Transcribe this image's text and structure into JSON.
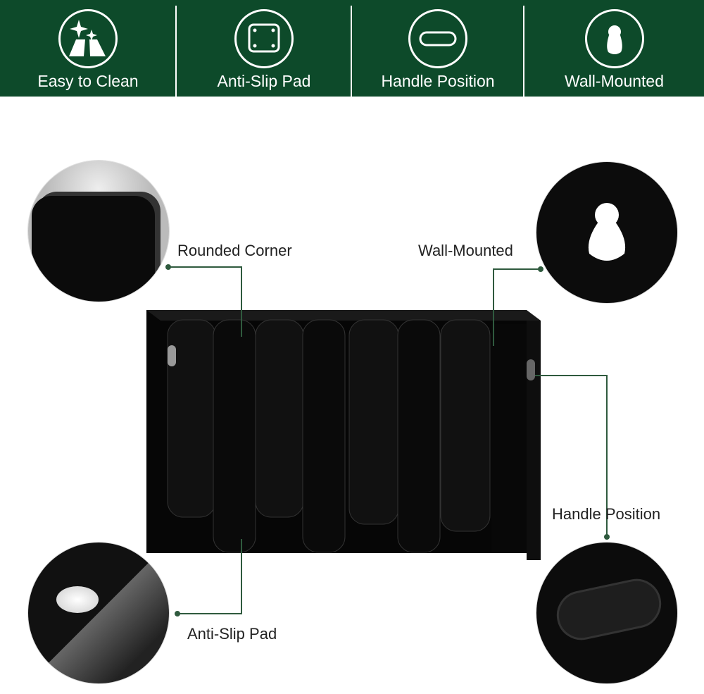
{
  "header": {
    "features": [
      {
        "label": "Easy to Clean",
        "icon": "sparkle-floor-icon"
      },
      {
        "label": "Anti-Slip Pad",
        "icon": "pad-icon"
      },
      {
        "label": "Handle Position",
        "icon": "handle-slot-icon"
      },
      {
        "label": "Wall-Mounted",
        "icon": "keyhole-icon"
      }
    ]
  },
  "callouts": {
    "rounded_corner": "Rounded Corner",
    "wall_mounted": "Wall-Mounted",
    "handle_position": "Handle Position",
    "anti_slip_pad": "Anti-Slip Pad"
  },
  "colors": {
    "brand_green": "#0d4a2a",
    "line_green": "#2f5a3e"
  }
}
